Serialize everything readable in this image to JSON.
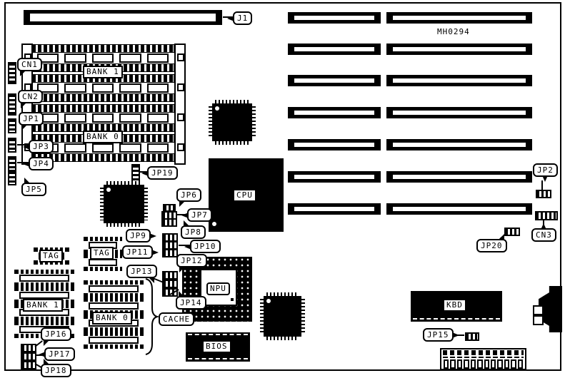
{
  "board": {
    "part_number": "MH0294",
    "foreground": "#000000",
    "background": "#ffffff"
  },
  "callouts": {
    "j1": "J1",
    "cn1": "CN1",
    "cn2": "CN2",
    "cn3": "CN3",
    "jp1": "JP1",
    "jp2": "JP2",
    "jp3": "JP3",
    "jp4": "JP4",
    "jp5": "JP5",
    "jp6": "JP6",
    "jp7": "JP7",
    "jp8": "JP8",
    "jp9": "JP9",
    "jp10": "JP10",
    "jp11": "JP11",
    "jp12": "JP12",
    "jp13": "JP13",
    "jp14": "JP14",
    "jp15": "JP15",
    "jp16": "JP16",
    "jp17": "JP17",
    "jp18": "JP18",
    "jp19": "JP19",
    "jp20": "JP20",
    "cache": "CACHE"
  },
  "labels": {
    "simm_bank1": "BANK 1",
    "simm_bank0": "BANK 0",
    "tag1": "TAG",
    "tag2": "TAG",
    "cache_bank1": "BANK 1",
    "cache_bank0": "BANK 0",
    "cpu": "CPU",
    "npu": "NPU",
    "bios": "BIOS",
    "kbd": "KBD"
  }
}
